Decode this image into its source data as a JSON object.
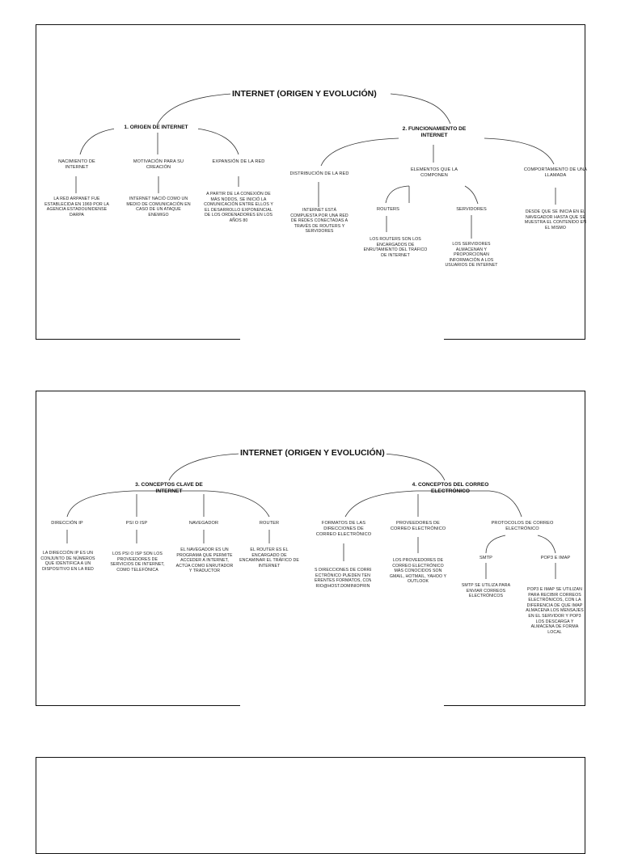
{
  "slide1": {
    "title": "INTERNET (ORIGEN Y EVOLUCIÓN)",
    "branch1": {
      "heading": "1. ORIGEN DE INTERNET",
      "items": [
        {
          "label": "NACIMIENTO DE INTERNET",
          "text": "LA RED ARPANET FUE ESTABLECIDA EN 1969 POR LA AGENCIA ESTADOUNIDENSE DARPA"
        },
        {
          "label": "MOTIVACIÓN PARA SU CREACIÓN",
          "text": "INTERNET NACIÓ COMO UN MEDIO DE COMUNICACIÓN EN CASO DE UN ATAQUE ENEMIGO"
        },
        {
          "label": "EXPANSIÓN DE LA RED",
          "text": "A PARTIR DE LA CONEXIÓN DE MÁS NODOS, SE INICIÓ LA COMUNICACIÓN ENTRE ELLOS Y EL DESARROLLO EXPONENCIAL DE LOS ORDENADORES EN LOS AÑOS 80"
        }
      ]
    },
    "branch2": {
      "heading": "2. FUNCIONAMIENTO DE INTERNET",
      "items": [
        {
          "label": "DISTRIBUCIÓN DE LA RED",
          "text": "INTERNET ESTÁ COMPUESTA POR UNA RED DE REDES CONECTADAS A TRAVÉS DE ROUTERS Y SERVIDORES"
        },
        {
          "label": "ELEMENTOS QUE LA COMPONEN"
        },
        {
          "label": "COMPORTAMIENTO DE UNA LLAMADA",
          "text": "DESDE QUE SE INICIA EN EL NAVEGADOR HASTA QUE SE MUESTRA EL CONTENIDO EN EL MISMO"
        }
      ],
      "sub": [
        {
          "label": "ROUTERS",
          "text": "LOS ROUTERS SON LOS ENCARGADOS DE ENRUTAMIENTO DEL TRÁFICO DE INTERNET"
        },
        {
          "label": "SERVIDORES",
          "text": "LOS SERVIDORES ALMACENAN Y PROPORCIONAN INFORMACIÓN A LOS USUARIOS DE INTERNET"
        }
      ]
    }
  },
  "slide2": {
    "title": "INTERNET (ORIGEN Y EVOLUCIÓN)",
    "branch3": {
      "heading": "3. CONCEPTOS CLAVE DE INTERNET",
      "items": [
        {
          "label": "DIRECCIÓN IP",
          "text": "LA DIRECCIÓN IP ES UN CONJUNTO DE NÚMEROS QUE IDENTIFICA A UN DISPOSITIVO EN LA RED"
        },
        {
          "label": "PSI O ISP",
          "text": "LOS PSI O ISP SON LOS PROVEEDORES DE SERVICIOS DE INTERNET, COMO TELEFÓNICA"
        },
        {
          "label": "NAVEGADOR",
          "text": "EL NAVEGADOR ES UN PROGRAMA QUE PERMITE ACCEDER A INTERNET, ACTÚA COMO ENRUTADOR Y TRADUCTOR"
        },
        {
          "label": "ROUTER",
          "text": "EL ROUTER ES EL ENCARGADO DE ENCAMINAR EL TRÁFICO DE INTERNET"
        }
      ]
    },
    "branch4": {
      "heading": "4. CONCEPTOS DEL CORREO ELECTRÓNICO",
      "items": [
        {
          "label": "FORMATOS DE LAS DIRECCIONES DE CORREO ELECTRÓNICO",
          "lines": [
            "S DIRECCIONES DE CORRE",
            "ECTRÓNICO PUEDEN TEN",
            "ERENTES FORMATOS, COM",
            "RIO@HOST.DOMINIOPRIN"
          ]
        },
        {
          "label": "PROVEEDORES DE CORREO ELECTRÓNICO",
          "text": "LOS PROVEEDORES DE CORREO ELECTRÓNICO MÁS CONOCIDOS SON GMAIL, HOTMAIL, YAHOO Y OUTLOOK"
        },
        {
          "label": "PROTOCOLOS DE CORREO ELECTRÓNICO"
        }
      ],
      "sub": [
        {
          "label": "SMTP",
          "text": "SMTP SE UTILIZA PARA ENVIAR CORREOS ELECTRÓNICOS"
        },
        {
          "label": "POP3 E IMAP",
          "text": "POP3 E IMAP SE UTILIZAN PARA RECIBIR CORREOS ELECTRÓNICOS, CON LA DIFERENCIA DE QUE IMAP ALMACENA LOS MENSAJES EN EL SERVIDOR Y POP3 LOS DESCARGA Y ALMACENA DE FORMA LOCAL"
        }
      ]
    }
  }
}
